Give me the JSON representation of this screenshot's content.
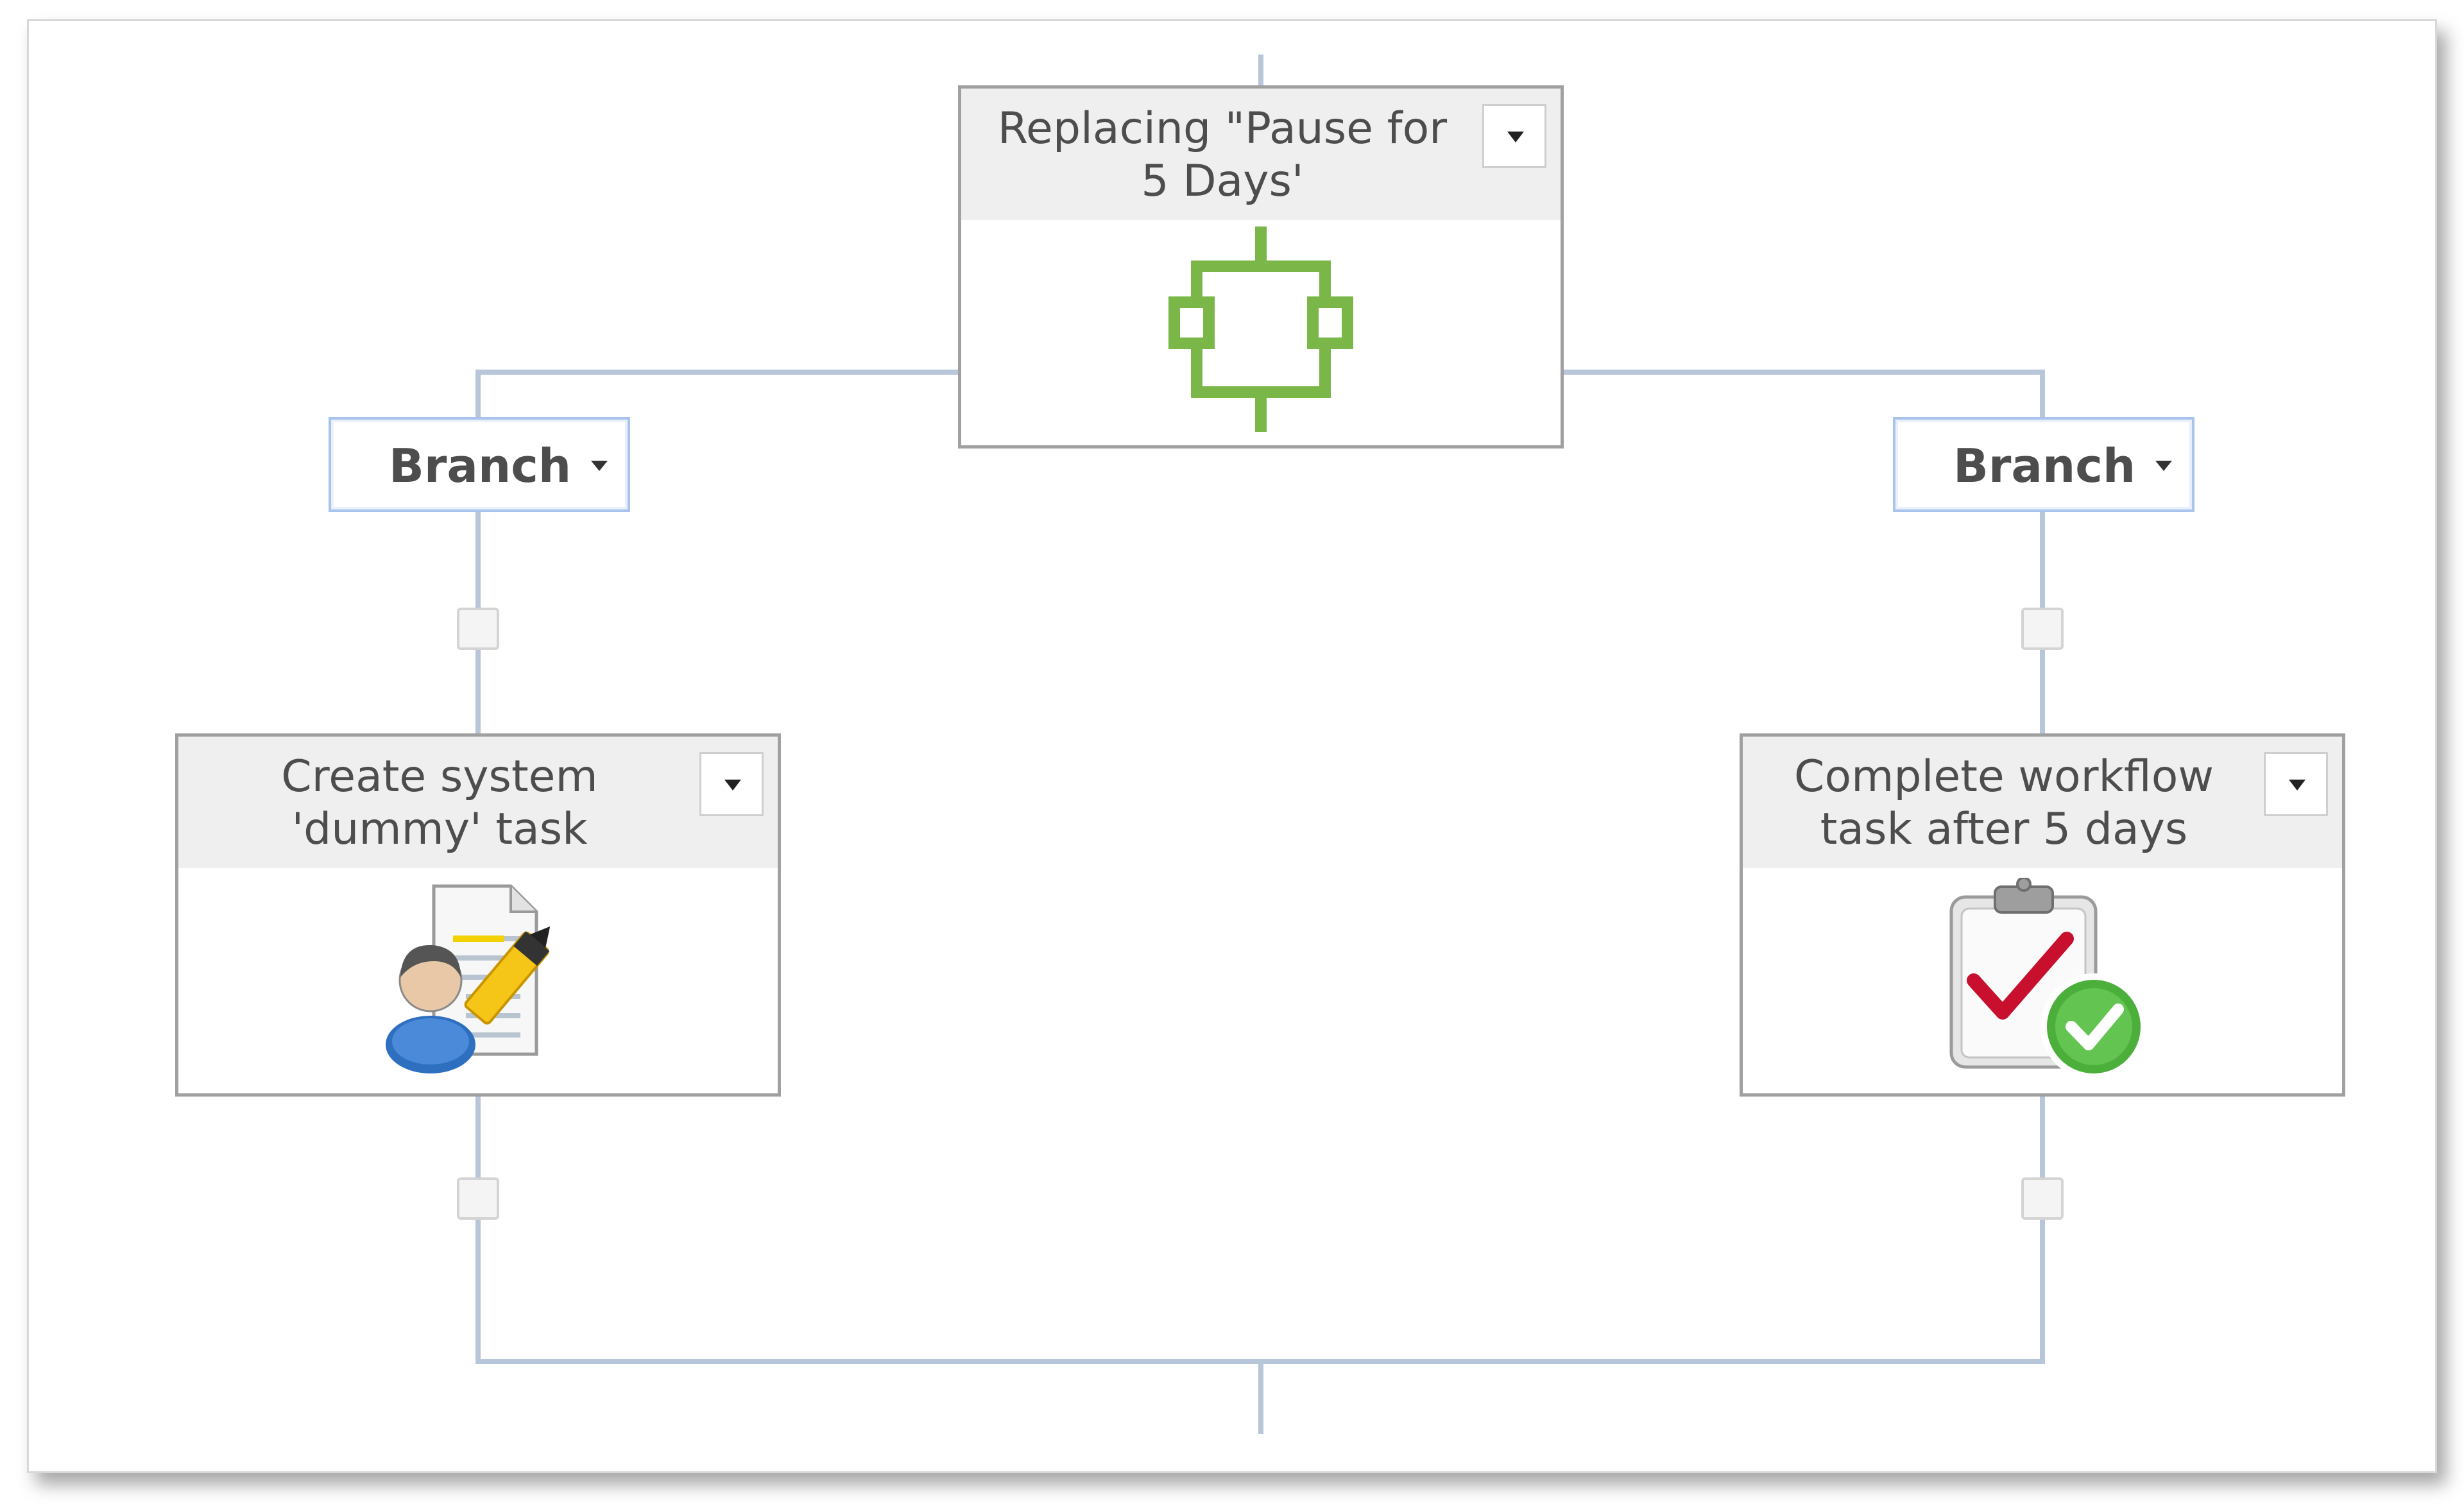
{
  "workflow": {
    "parallel_block": {
      "title": "Replacing \"Pause for\n5 Days'",
      "icon": "parallel-block-icon"
    },
    "branches": [
      {
        "label": "Branch",
        "action": {
          "title": "Create system\n'dummy' task",
          "icon": "assign-task-icon"
        }
      },
      {
        "label": "Branch",
        "action": {
          "title": "Complete workflow\ntask after 5 days",
          "icon": "complete-task-icon"
        }
      }
    ]
  },
  "colors": {
    "connector": "#b7c6d8",
    "box_border": "#a0a0a0",
    "header_bg": "#efefef",
    "branch_border": "#a9c4ec",
    "parallel_icon": "#7ab648",
    "checkmark_red": "#c8102e",
    "check_badge_green": "#4caf3c"
  }
}
